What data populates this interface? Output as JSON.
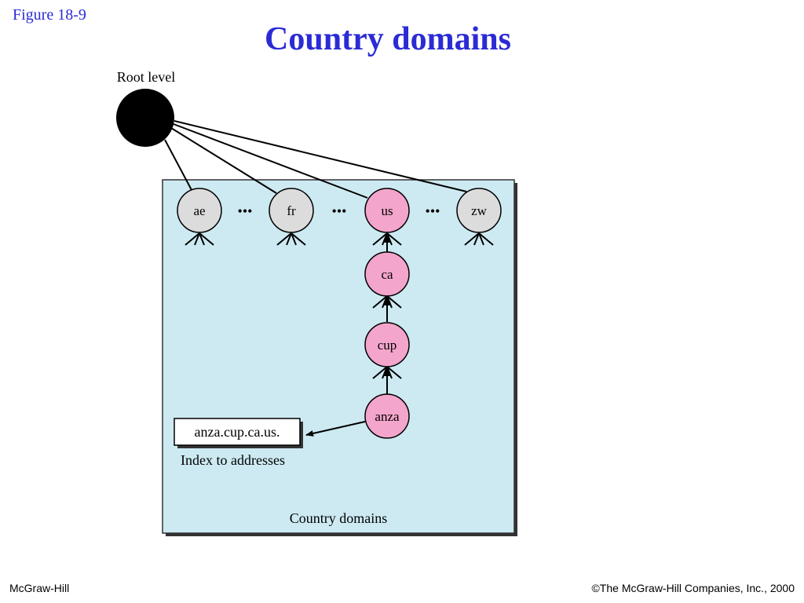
{
  "slide": {
    "figure_label": "Figure  18-9",
    "title": "Country domains"
  },
  "diagram": {
    "root_label": "Root level",
    "nodes": {
      "ae": "ae",
      "fr": "fr",
      "us": "us",
      "zw": "zw",
      "ca": "ca",
      "cup": "cup",
      "anza": "anza"
    },
    "ellipsis": "•••",
    "address_box": "anza.cup.ca.us.",
    "address_caption": "Index to addresses",
    "panel_caption": "Country domains",
    "colors": {
      "panel": "#cdeaf2",
      "highlight_node": "#f4a5cb",
      "plain_node": "#dcdcdc",
      "title": "#2b2bd6"
    }
  },
  "footer": {
    "left": "McGraw-Hill",
    "right": "©The McGraw-Hill Companies, Inc., 2000"
  }
}
